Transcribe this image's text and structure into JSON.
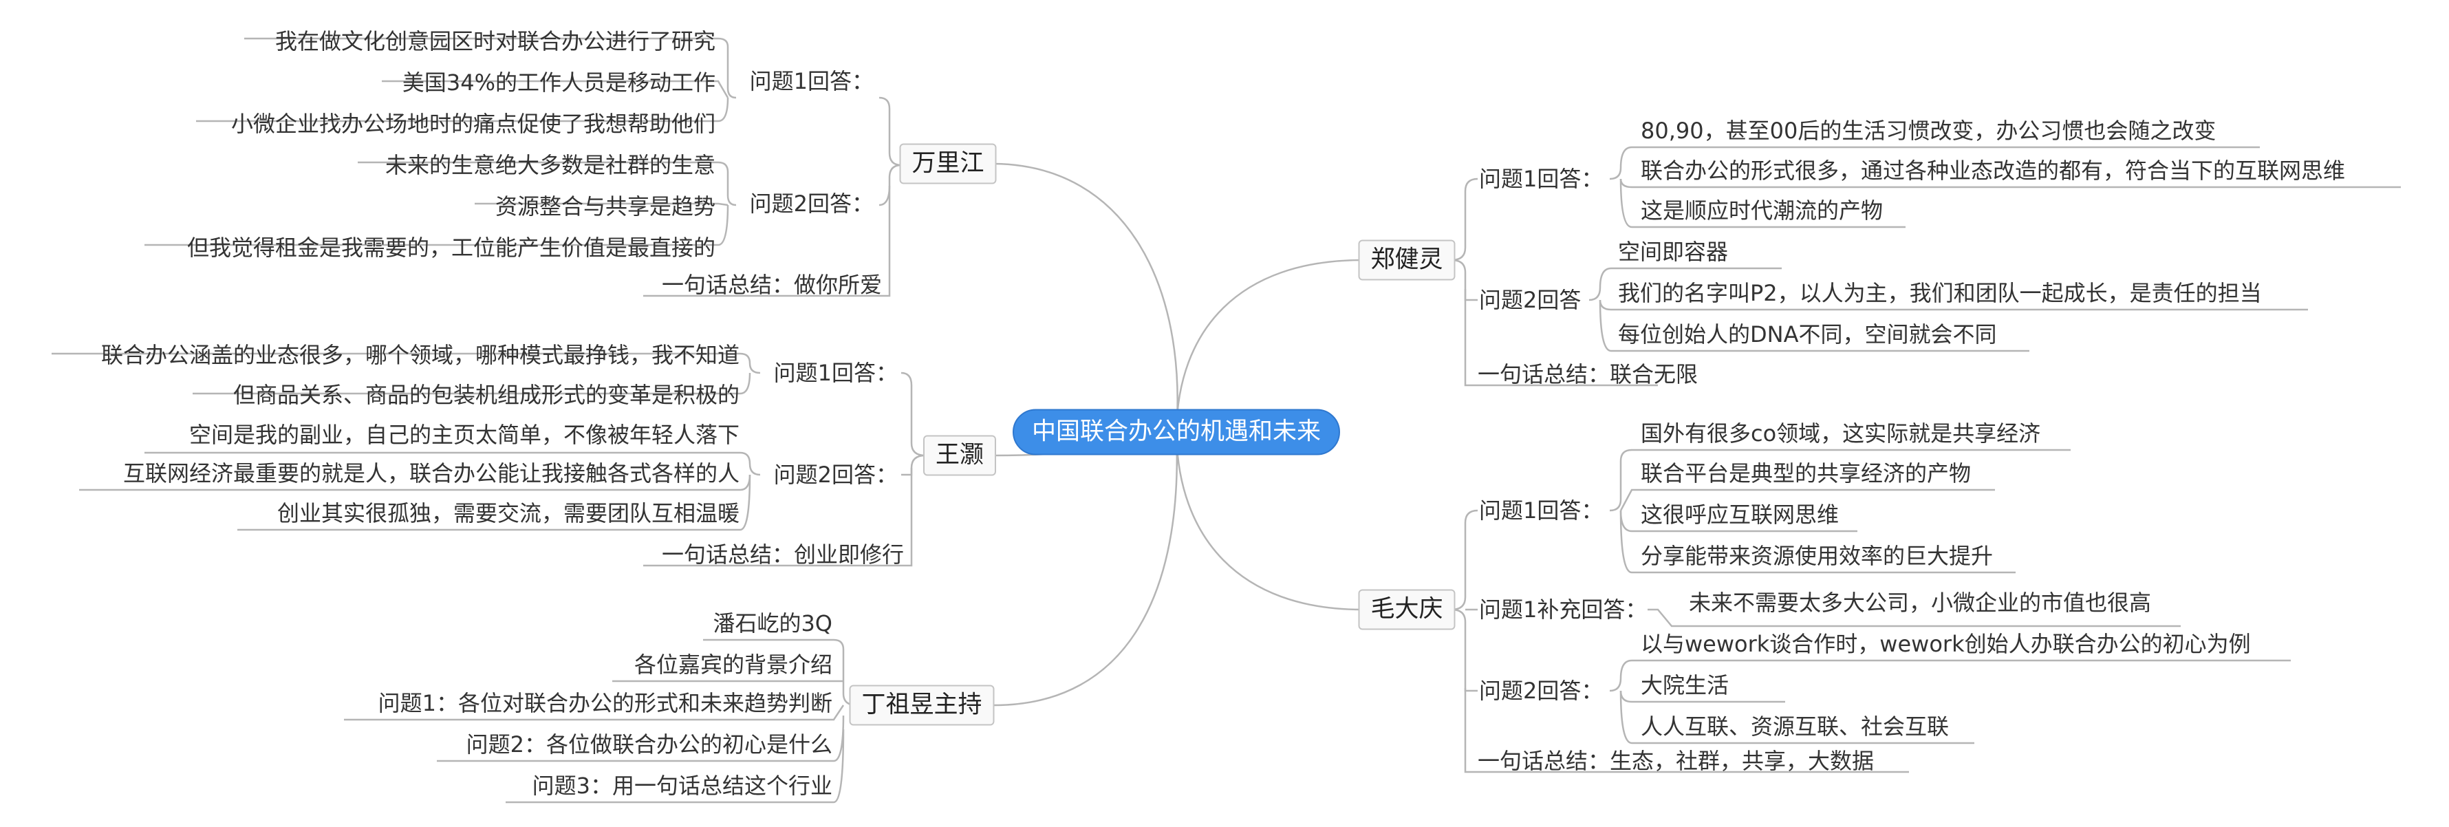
{
  "root": "中国联合办公的机遇和未来",
  "wan": {
    "name": "万里江",
    "q1_label": "问题1回答：",
    "q1_items": [
      "我在做文化创意园区时对联合办公进行了研究",
      "美国34%的工作人员是移动工作",
      "小微企业找办公场地时的痛点促使了我想帮助他们"
    ],
    "q2_label": "问题2回答：",
    "q2_items": [
      "未来的生意绝大多数是社群的生意",
      "资源整合与共享是趋势",
      "但我觉得租金是我需要的，工位能产生价值是最直接的"
    ],
    "summary": "一句话总结：做你所爱"
  },
  "wangh": {
    "name": "王灏",
    "q1_label": "问题1回答：",
    "q1_items": [
      "联合办公涵盖的业态很多，哪个领域，哪种模式最挣钱，我不知道",
      "但商品关系、商品的包装机组成形式的变革是积极的"
    ],
    "q2_label": "问题2回答：",
    "q2_items": [
      "空间是我的副业，自己的主页太简单，不像被年轻人落下",
      "互联网经济最重要的就是人，联合办公能让我接触各式各样的人",
      "创业其实很孤独，需要交流，需要团队互相温暖"
    ],
    "summary": "一句话总结：创业即修行"
  },
  "ding": {
    "name": "丁祖昱主持",
    "items": [
      "潘石屹的3Q",
      "各位嘉宾的背景介绍",
      "问题1：各位对联合办公的形式和未来趋势判断",
      "问题2：各位做联合办公的初心是什么",
      "问题3：用一句话总结这个行业"
    ]
  },
  "zheng": {
    "name": "郑健灵",
    "q1_label": "问题1回答：",
    "q1_items": [
      "80,90，甚至00后的生活习惯改变，办公习惯也会随之改变",
      "联合办公的形式很多，通过各种业态改造的都有，符合当下的互联网思维",
      "这是顺应时代潮流的产物"
    ],
    "q2_label": "问题2回答",
    "q2_items": [
      "空间即容器",
      "我们的名字叫P2，以人为主，我们和团队一起成长，是责任的担当",
      "每位创始人的DNA不同，空间就会不同"
    ],
    "summary": "一句话总结：联合无限"
  },
  "mao": {
    "name": "毛大庆",
    "q1_label": "问题1回答：",
    "q1_items": [
      "国外有很多co领域，这实际就是共享经济",
      "联合平台是典型的共享经济的产物",
      "这很呼应互联网思维",
      "分享能带来资源使用效率的巨大提升"
    ],
    "q1b_label": "问题1补充回答：",
    "q1b_item": "未来不需要太多大公司，小微企业的市值也很高",
    "q2_label": "问题2回答：",
    "q2_items": [
      "以与wework谈合作时，wework创始人办联合办公的初心为例",
      "大院生活",
      "人人互联、资源互联、社会互联"
    ],
    "summary": "一句话总结：生态，社群，共享，大数据"
  }
}
